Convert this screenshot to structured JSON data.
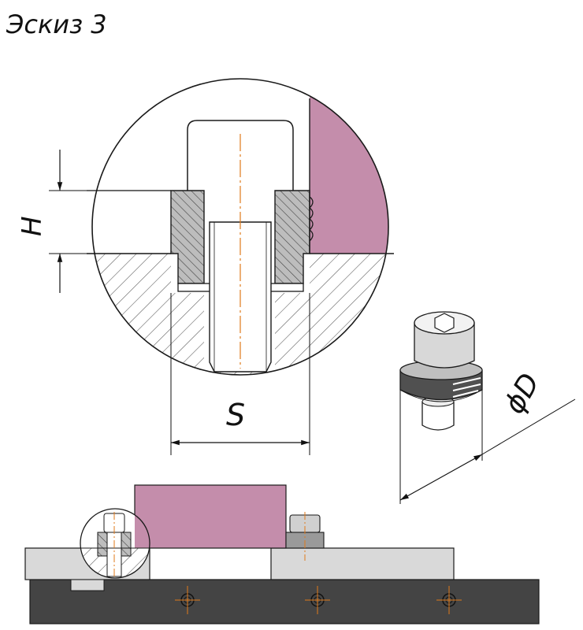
{
  "title": "Эскиз 3",
  "dimensions": {
    "height_label": "H",
    "width_label": "S",
    "diameter_label": "ϕD"
  },
  "colors": {
    "clamped_part": "#c48dab",
    "plate": "#d9d9d9",
    "base": "#444444",
    "centerline": "#e07a1a",
    "outline": "#1a1a1a"
  }
}
